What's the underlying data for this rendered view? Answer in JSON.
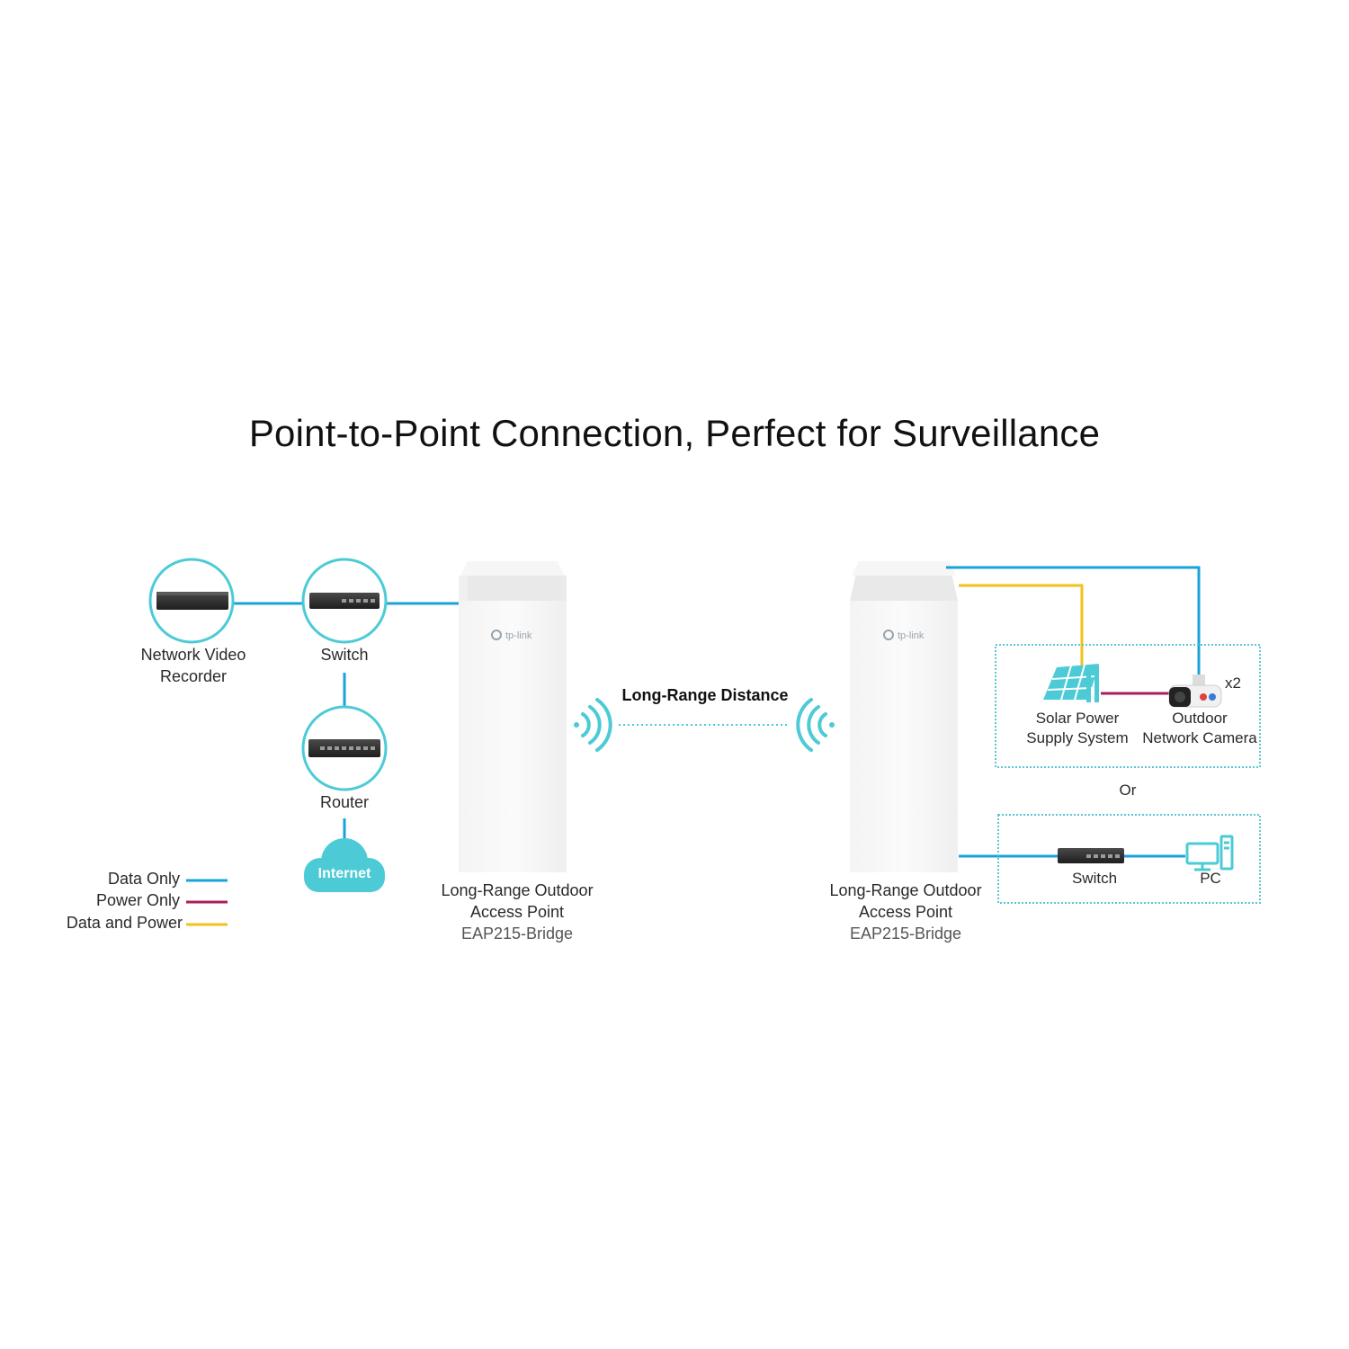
{
  "title": "Point-to-Point Connection, Perfect for Surveillance",
  "colors": {
    "data_only": "#1aa3d9",
    "power_only": "#a8205c",
    "data_and_power": "#f2c21b",
    "circle": "#4ccbd6",
    "cloud": "#4ccbd6",
    "dashed_box": "#5cc6d4"
  },
  "left_side": {
    "nvr_label": "Network Video\nRecorder",
    "switch_label": "Switch",
    "router_label": "Router",
    "internet_label": "Internet"
  },
  "access_points": {
    "left": {
      "line1": "Long-Range Outdoor",
      "line2": "Access Point",
      "model": "EAP215-Bridge",
      "logo": "tp-link"
    },
    "right": {
      "line1": "Long-Range Outdoor",
      "line2": "Access Point",
      "model": "EAP215-Bridge",
      "logo": "tp-link"
    }
  },
  "link_label": "Long-Range Distance",
  "right_side": {
    "solar_label_1": "Solar Power",
    "solar_label_2": "Supply System",
    "camera_label_1": "Outdoor",
    "camera_label_2": "Network Camera",
    "camera_count": "x2",
    "or_label": "Or",
    "switch_label": "Switch",
    "pc_label": "PC"
  },
  "legend": [
    {
      "label": "Data Only",
      "color": "#1aa3d9"
    },
    {
      "label": "Power Only",
      "color": "#a8205c"
    },
    {
      "label": "Data and Power",
      "color": "#f2c21b"
    }
  ]
}
